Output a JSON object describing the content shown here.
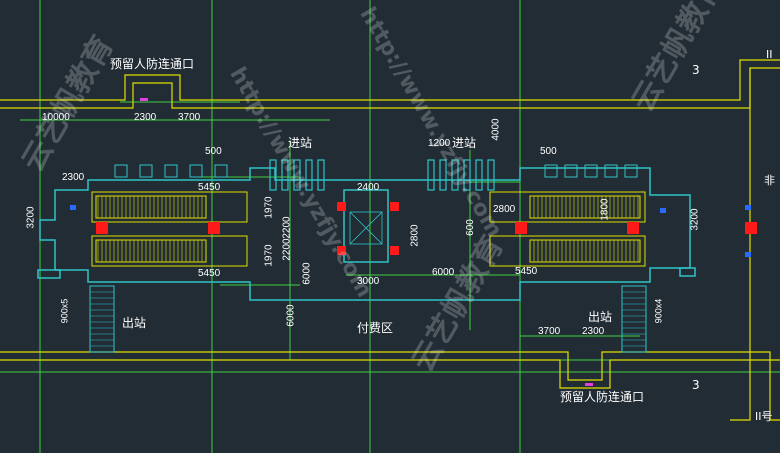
{
  "labels": {
    "reserved_top": "预留人防连通口",
    "reserved_bottom": "预留人防连通口",
    "entry_left": "进站",
    "entry_right": "进站",
    "exit_left": "出站",
    "exit_right": "出站",
    "paid_area": "付费区",
    "axis_3_top": "3",
    "axis_3_bottom": "3",
    "axis_II": "II",
    "axis_II_num": "II号",
    "fei": "非"
  },
  "dims": {
    "d10000": "10000",
    "d2300_top": "2300",
    "d3700_top": "3700",
    "d4000": "4000",
    "d500_l": "500",
    "d500_r": "500",
    "d2300_l": "2300",
    "d3200_l": "3200",
    "d5450_lt": "5450",
    "d5450_lb": "5450",
    "d1200": "1200",
    "d2400": "2400",
    "d2800_r": "2800",
    "d2800_c": "2800",
    "d1970_a": "1970",
    "d1970_b": "1970",
    "d2200_a": "2200",
    "d2200_b": "2200",
    "d600": "600",
    "d6000_a": "6000",
    "d6000_b": "6000",
    "d6000_c": "6000",
    "d3000": "3000",
    "d5450_r": "5450",
    "d1800": "1800",
    "d3200_r": "3200",
    "d3700_bottom": "3700",
    "d2300_bottom": "2300",
    "d900_l": "900x5",
    "d900_r": "900x4"
  },
  "watermark": {
    "url": "http://www.yzfjy.com",
    "brand": "云艺帆教育"
  },
  "colors": {
    "background": "#212c35",
    "wall": "#2fc3c7",
    "yellow": "#e0e000",
    "green": "#3ed13e",
    "red": "#ff1a1a",
    "blue": "#2a6bff"
  }
}
